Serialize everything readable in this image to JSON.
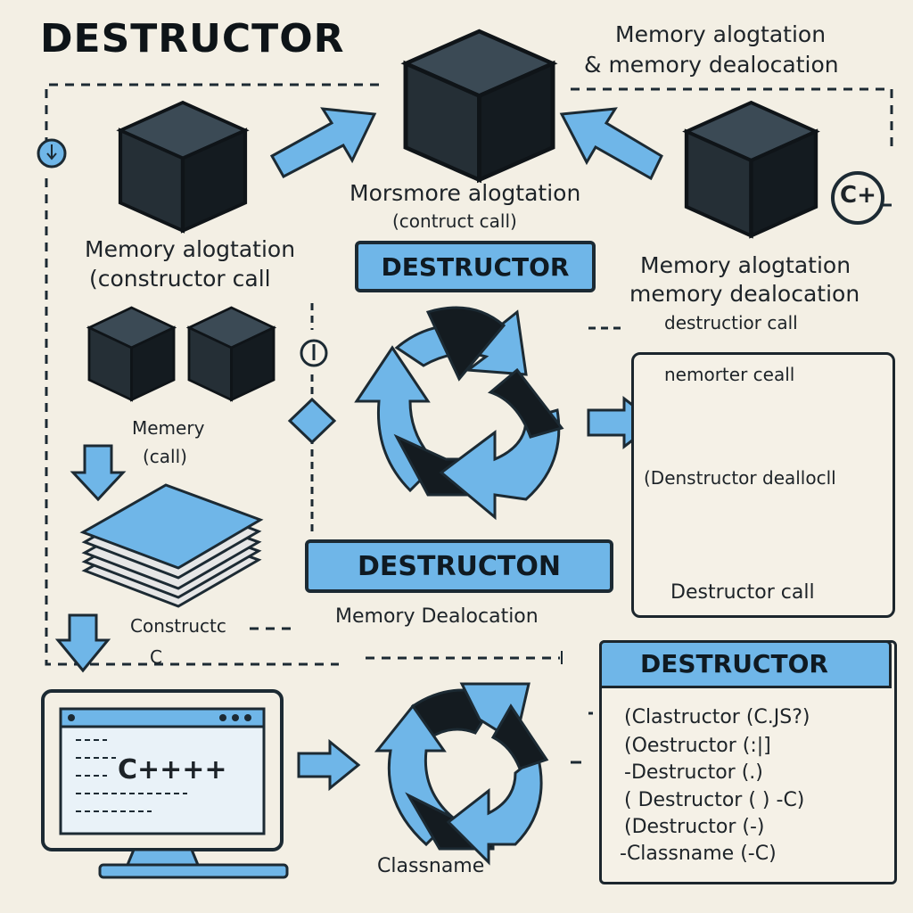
{
  "title": "DESTRUCTOR",
  "top_right_text": [
    "Memory alogtation",
    "& memory dealocation"
  ],
  "center_cube_caption": [
    "Morsmore alogtation",
    "(contruct call)"
  ],
  "left_cube_caption": [
    "Memory alogtation",
    "(constructor call"
  ],
  "right_cube_caption": [
    "Memory alogtation",
    "memory dealocation",
    "destructior call"
  ],
  "cpp_badge": "C+",
  "badge_top": "DESTRUCTOR",
  "small_cubes_caption": [
    "Memery",
    "(call)"
  ],
  "stack_caption": "Constructc",
  "stack_subcaption": "C",
  "badge_mid": "DESTRUCTON",
  "memory_dealocation": "Memory Dealocation",
  "right_panel": {
    "title": "nemorter ceall",
    "row1_caption": "(Denstructor deallocll",
    "row2_caption": "Destructor call"
  },
  "screen_code": "C++++",
  "bottom_recycle_caption": "Classname",
  "code_panel": {
    "header": "DESTRUCTOR",
    "lines": [
      "(Clastructor (C.JS?)",
      "(Oestructor (:|]",
      "-Destructor (.)",
      "( Destructor ( ) -C)",
      "(Destructor (-)",
      "-Classname  (-C)"
    ]
  },
  "colors": {
    "accent": "#6fb6e8",
    "dark": "#1c2a33",
    "background": "#f3efe4"
  }
}
